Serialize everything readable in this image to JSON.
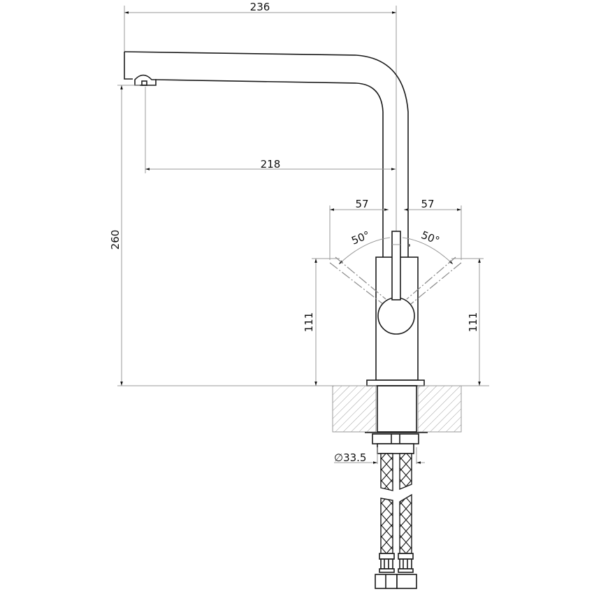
{
  "drawing": {
    "title": "Kitchen mixer tap technical drawing",
    "units": "mm",
    "line_color": "#1a1a1a",
    "dimension_color": "#9a9a9a",
    "background": "#ffffff"
  },
  "dimensions": {
    "overall_reach": "236",
    "spout_reach": "218",
    "overall_height": "260",
    "body_height_left": "111",
    "body_height_right": "111",
    "lever_offset_left": "57",
    "lever_offset_right": "57",
    "lever_angle_left": "50°",
    "lever_angle_right": "50°",
    "mounting_hole_diameter": "∅33.5"
  },
  "parts": [
    "spout",
    "aerator",
    "column",
    "body",
    "lever-handle",
    "base-flange",
    "worktop",
    "mounting-nut",
    "threaded-shank",
    "flexible-hose-left",
    "flexible-hose-right",
    "hose-connector-left",
    "hose-connector-right"
  ]
}
